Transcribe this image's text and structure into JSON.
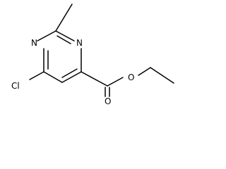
{
  "molecule": {
    "atoms": {
      "n_top_left": "N",
      "n_top_right": "N",
      "chlorine": "Cl",
      "ester_oxygen": "O",
      "carbonyl_oxygen": "O"
    }
  }
}
